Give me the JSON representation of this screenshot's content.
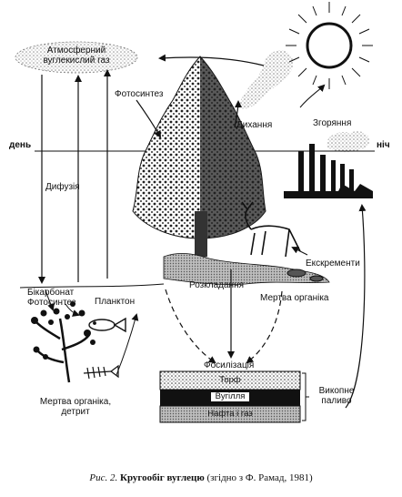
{
  "diagram": {
    "labels": {
      "atmosphere_line1": "Атмосферний",
      "atmosphere_line2": "вуглекислий газ",
      "photosynthesis": "Фотосинтез",
      "respiration": "Дихання",
      "combustion": "Згоряння",
      "day": "день",
      "night": "ніч",
      "diffusion": "Дифузія",
      "bicarbonate": "Бікарбонат",
      "water_photosynthesis": "Фотосинтез",
      "plankton": "Планктон",
      "decomposition": "Розкладання",
      "excrement": "Екскременти",
      "dead_organic": "Мертва органіка",
      "dead_organic_detritus_line1": "Мертва органіка,",
      "dead_organic_detritus_line2": "детрит",
      "fossilization": "Фосилізація",
      "peat": "Торф",
      "coal": "Вугілля",
      "oil_gas": "Нафта і газ",
      "fossil_fuel_line1": "Викопне",
      "fossil_fuel_line2": "паливо"
    },
    "caption": {
      "figure": "Рис. 2.",
      "title": "Кругообіг вуглецю",
      "source": "(згідно з Ф. Рамад, 1981)"
    }
  }
}
